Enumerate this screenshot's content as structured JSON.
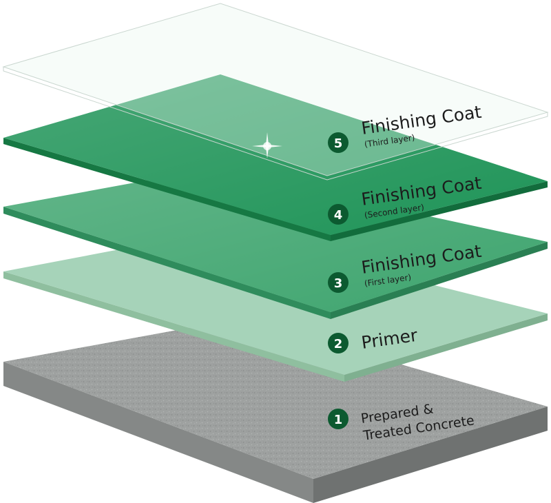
{
  "colors": {
    "badge": "#0c5a30",
    "concrete_top": "#9ea1a0",
    "concrete_side": "#787b7a",
    "primer": "#a6d3b9",
    "first_layer": "#3fa56f",
    "second_layer": "#1f9458",
    "third_layer": "#e9f5ef"
  },
  "layers": [
    {
      "number": "1",
      "lines": [
        "Prepared &",
        "Treated Concrete"
      ]
    },
    {
      "number": "2",
      "title": "Primer"
    },
    {
      "number": "3",
      "title": "Finishing Coat",
      "subtitle": "(First layer)"
    },
    {
      "number": "4",
      "title": "Finishing Coat",
      "subtitle": "(Second layer)"
    },
    {
      "number": "5",
      "title": "Finishing Coat",
      "subtitle": "(Third layer)"
    }
  ]
}
